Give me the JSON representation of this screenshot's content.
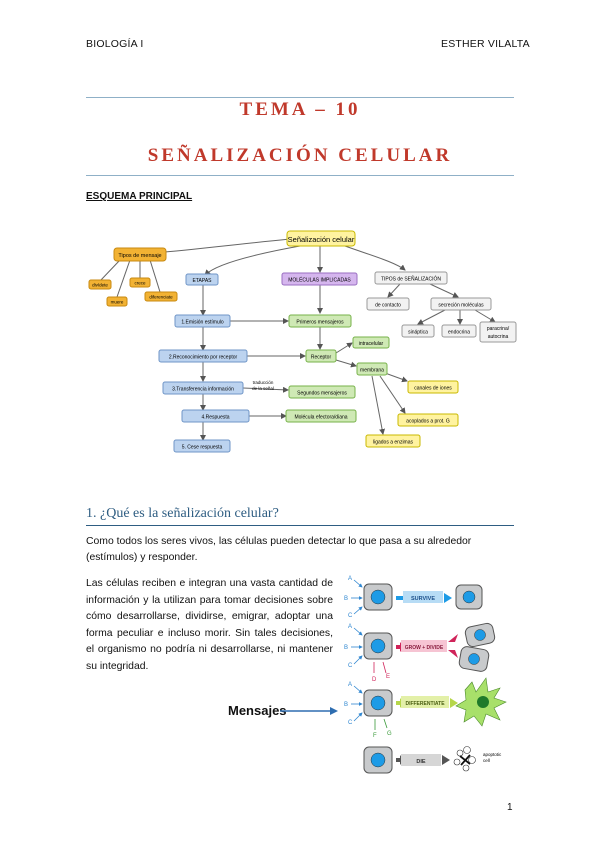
{
  "header": {
    "left": "BIOLOGÍA I",
    "right": "ESTHER VILALTA"
  },
  "title": {
    "line1": "TEMA – 10",
    "line2": "SEÑALIZACIÓN CELULAR"
  },
  "esquema_label": "ESQUEMA PRINCIPAL",
  "diagram": {
    "root": "Señalización celular",
    "tipos_mensaje": "Tipos de mensaje",
    "divideo": "divídete",
    "crece": "crece",
    "muere": "muere",
    "diferenciate": "diferenciate",
    "etapas": "ETAPAS",
    "moleculas": "MOLÉCULAS IMPLICADAS",
    "tipos_senal": "TIPOS de SEÑALIZACIÓN",
    "contacto": "de contacto",
    "secrecion": "secreción moléculas",
    "sinaptica": "sináptica",
    "endocrina": "endocrina",
    "paracrina": [
      "paracrina/",
      "autocrina"
    ],
    "emision": "1.Emisión estímulo",
    "primeros": "Primeros mensajeros",
    "reconocimiento": "2.Reconocimiento por receptor",
    "receptor": "Receptor",
    "intracelular": "intracelular",
    "membrana": "membrana",
    "canales": "canales de iones",
    "transferencia": "3.Transferencia información",
    "traduccion": [
      "traducción",
      "de la señal"
    ],
    "segundos": "Segundos mensajeros",
    "acoplados": "acoplados a prot. G",
    "respuesta": "4.Respuesta",
    "molecula_efectora": "Molécula efectora/diana",
    "ligados": "ligados a enzimas",
    "cese": "5. Cese respuesta"
  },
  "section1": {
    "heading": "1.  ¿Qué es la señalización celular?"
  },
  "paragraph1": "Como todos los seres vivos, las células pueden detectar lo que pasa a su alrededor (estímulos) y responder.",
  "paragraph2": "Las células reciben e integran una vasta cantidad de información y la utilizan para tomar decisiones sobre cómo desarrollarse, dividirse, emigrar, adoptar una forma peculiar e incluso morir. Sin tales decisiones, el organismo no podría ni desarrollarse, ni mantener su integridad.",
  "mensajes_label": "Mensajes",
  "figure": {
    "survive": "SURVIVE",
    "grow_divide": "GROW + DIVIDE",
    "differentiate": "DIFFERENTIATE",
    "die": "DIE",
    "apoptotic": [
      "apoptotic",
      "cell"
    ],
    "letters": [
      "A",
      "B",
      "C",
      "D",
      "E",
      "F",
      "G"
    ]
  },
  "page_number": "1",
  "colors": {
    "title": "#c0392b",
    "section": "#2e5d82",
    "yellow_box": "#fff3a0",
    "blue_box": "#bcd3ef",
    "purple_box": "#d5b6ee",
    "green_box": "#cfe9b5",
    "orange_box": "#f2b233",
    "cell_blue": "#1d9be6"
  }
}
